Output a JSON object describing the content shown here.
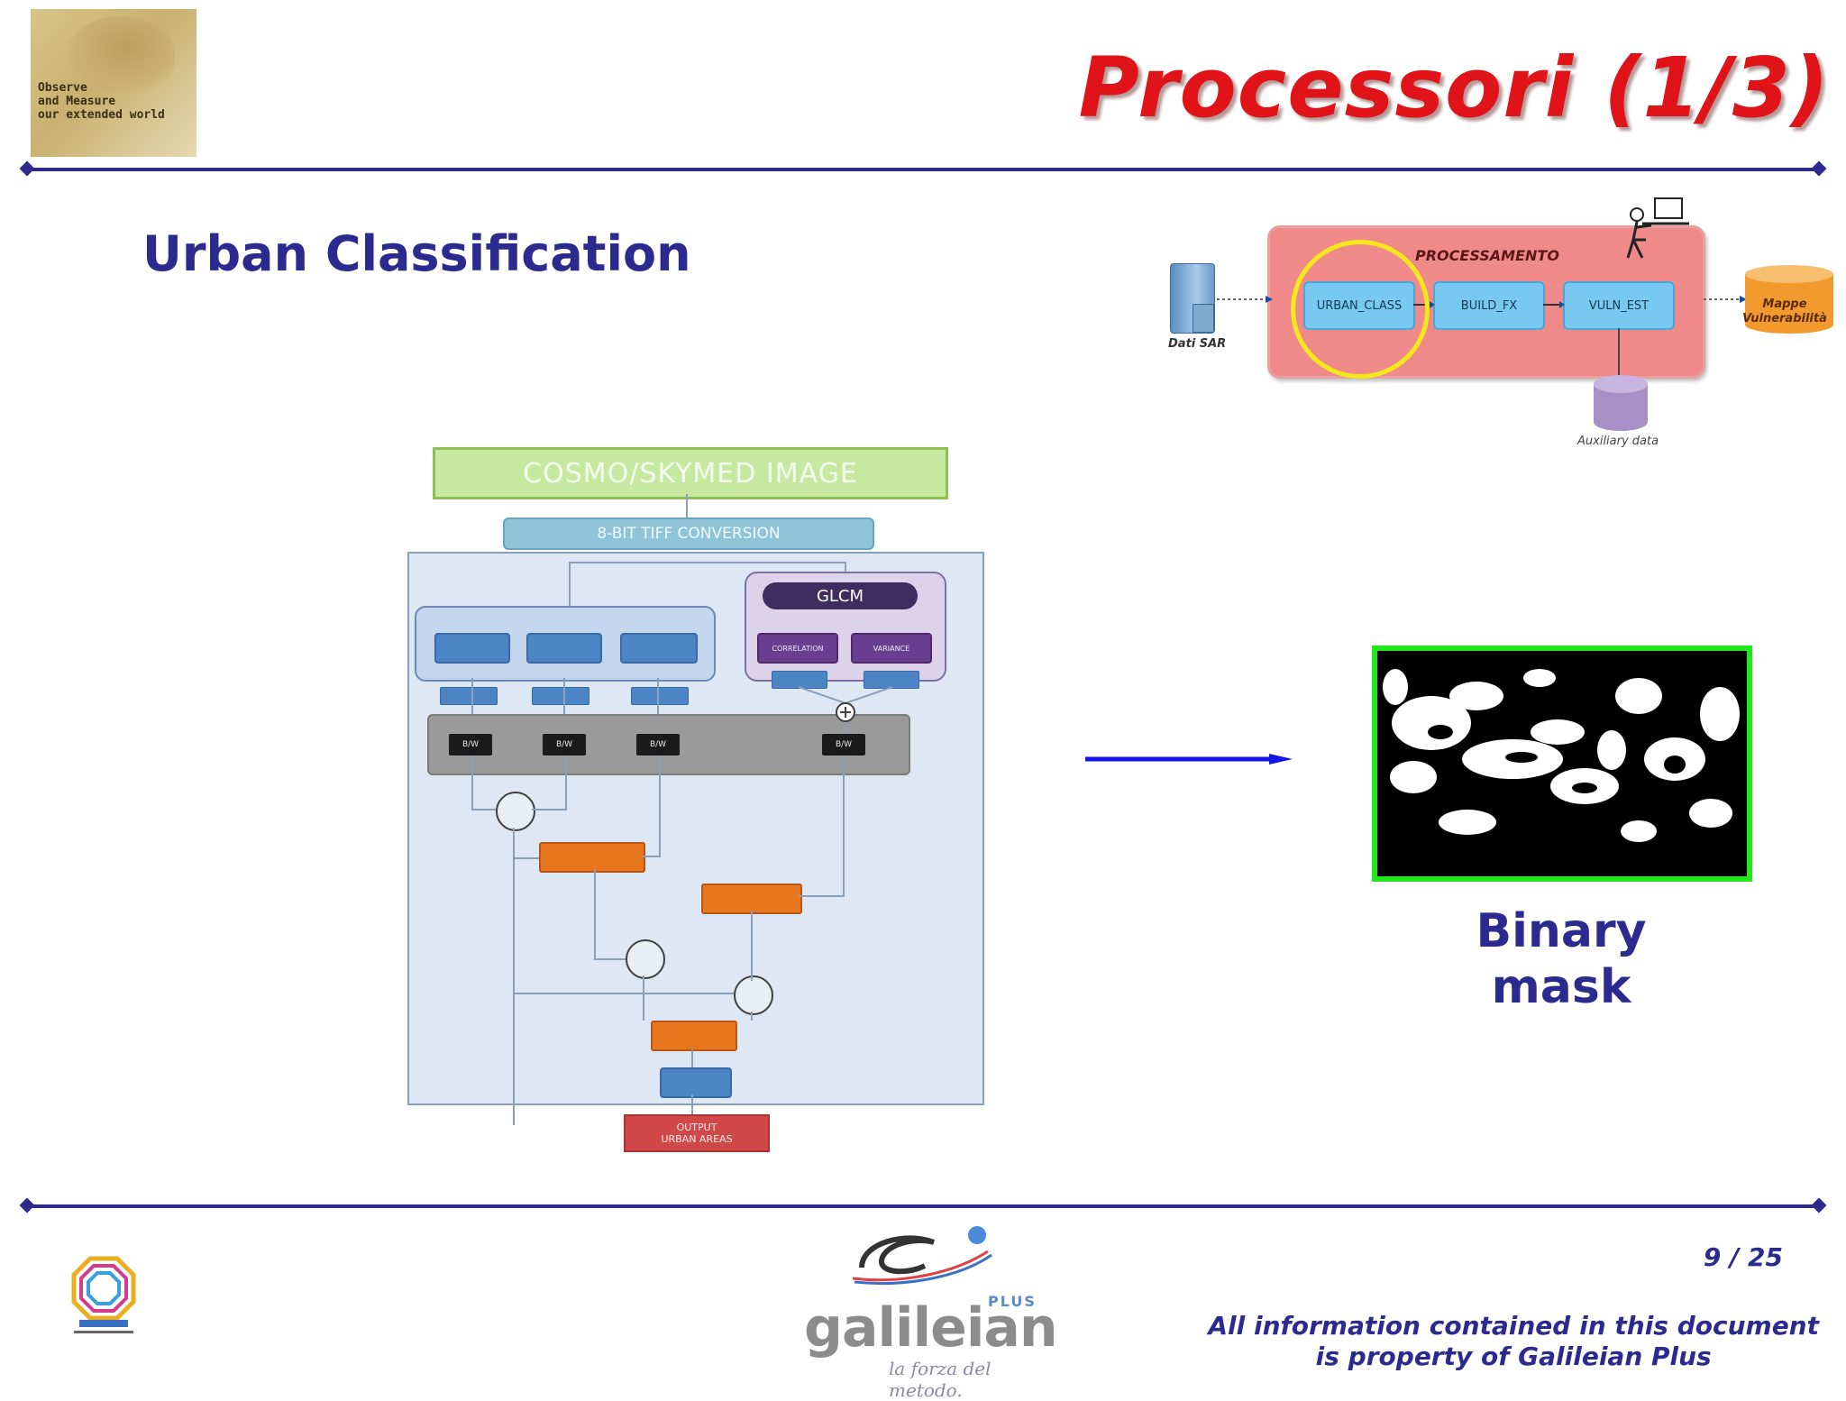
{
  "header": {
    "logo_text": "Observe\nand Measure\nour extended world",
    "title": "Processori (1/3)"
  },
  "subtitle": "Urban Classification",
  "process_diagram": {
    "label": "PROCESSAMENTO",
    "steps": [
      "URBAN_CLASS",
      "BUILD_FX",
      "VULN_EST"
    ],
    "source": "Dati SAR",
    "output": "Mappe Vulnerabilità",
    "auxiliary": "Auxiliary data",
    "highlight_color": "#f4e81a"
  },
  "flowchart": {
    "input": "COSMO/SKYMED IMAGE",
    "conversion": "8-BIT TIFF CONVERSION",
    "glcm": "GLCM",
    "glcm_outputs": [
      "CORRELATION",
      "VARIANCE"
    ],
    "bw": [
      "B/W",
      "B/W",
      "B/W",
      "B/W"
    ],
    "output_line1": "OUTPUT",
    "output_line2": "URBAN AREAS"
  },
  "result": {
    "label": "Binary mask",
    "frame_color": "#22e61e"
  },
  "footer": {
    "company": "galileian",
    "company_suffix": "PLUS",
    "tagline": "la forza del metodo.",
    "page": "9 / 25",
    "note_line1": "All information contained in this document",
    "note_line2": "is property of Galileian Plus"
  },
  "colors": {
    "title": "#e01418",
    "accent": "#2b2a8e",
    "rule": "#2e2a8c"
  }
}
